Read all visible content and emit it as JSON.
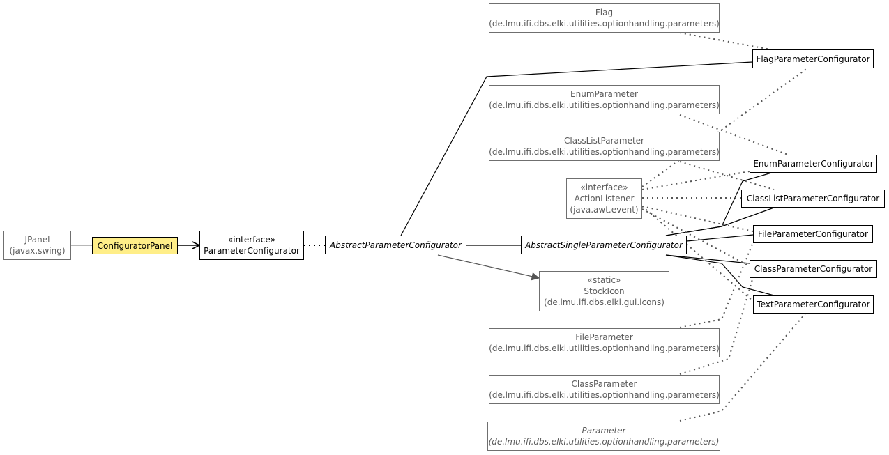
{
  "classes": {
    "jpanel": {
      "name": "JPanel",
      "package": "(javax.swing)"
    },
    "configurator_panel": {
      "name": "ConfiguratorPanel"
    },
    "parameter_configurator": {
      "stereotype": "«interface»",
      "name": "ParameterConfigurator"
    },
    "abstract_parameter_configurator": {
      "name": "AbstractParameterConfigurator"
    },
    "abstract_single_parameter_configurator": {
      "name": "AbstractSingleParameterConfigurator"
    },
    "stock_icon": {
      "stereotype": "«static»",
      "name": "StockIcon",
      "package": "(de.lmu.ifi.dbs.elki.gui.icons)"
    },
    "action_listener": {
      "stereotype": "«interface»",
      "name": "ActionListener",
      "package": "(java.awt.event)"
    },
    "flag": {
      "name": "Flag",
      "package": "(de.lmu.ifi.dbs.elki.utilities.optionhandling.parameters)"
    },
    "enum_parameter": {
      "name": "EnumParameter",
      "package": "(de.lmu.ifi.dbs.elki.utilities.optionhandling.parameters)"
    },
    "class_list_parameter": {
      "name": "ClassListParameter",
      "package": "(de.lmu.ifi.dbs.elki.utilities.optionhandling.parameters)"
    },
    "file_parameter": {
      "name": "FileParameter",
      "package": "(de.lmu.ifi.dbs.elki.utilities.optionhandling.parameters)"
    },
    "class_parameter": {
      "name": "ClassParameter",
      "package": "(de.lmu.ifi.dbs.elki.utilities.optionhandling.parameters)"
    },
    "parameter": {
      "name": "Parameter",
      "package": "(de.lmu.ifi.dbs.elki.utilities.optionhandling.parameters)"
    },
    "flag_parameter_configurator": {
      "name": "FlagParameterConfigurator"
    },
    "enum_parameter_configurator": {
      "name": "EnumParameterConfigurator"
    },
    "class_list_parameter_configurator": {
      "name": "ClassListParameterConfigurator"
    },
    "file_parameter_configurator": {
      "name": "FileParameterConfigurator"
    },
    "class_parameter_configurator": {
      "name": "ClassParameterConfigurator"
    },
    "text_parameter_configurator": {
      "name": "TextParameterConfigurator"
    }
  },
  "colors": {
    "focus_fill": "#ffee88",
    "external_border": "#6f6f6f",
    "external_text": "#5a5a5a"
  }
}
